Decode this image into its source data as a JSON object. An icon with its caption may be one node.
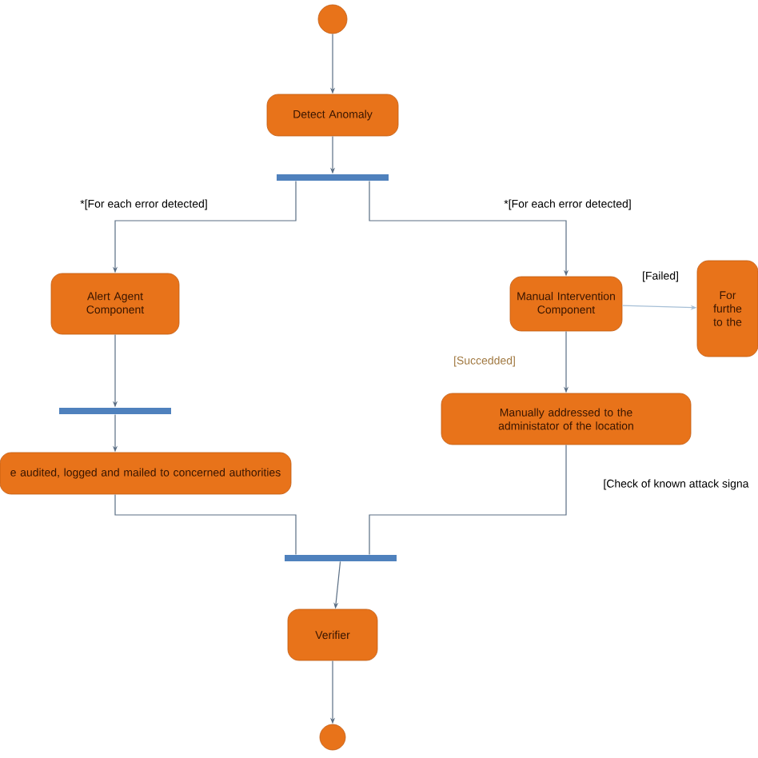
{
  "diagram": {
    "nodes": [
      {
        "text": [],
        "shape": "circle"
      },
      {
        "text": [
          "Detect Anomaly"
        ]
      },
      {
        "text": [],
        "shape": "bar"
      },
      {
        "text": [
          "Alert Agent Component"
        ]
      },
      {
        "text": [
          "Manual Intervention Component"
        ]
      },
      {
        "text": [
          "For furthe to the"
        ]
      },
      {
        "text": [],
        "shape": "bar"
      },
      {
        "text": [
          "e audited, logged and mailed to concerned authorities"
        ]
      },
      {
        "text": [
          "Manually addressed to the administator of the location"
        ]
      },
      {
        "text": [],
        "shape": "bar"
      },
      {
        "text": [
          "Verifier"
        ]
      },
      {
        "text": [],
        "shape": "circle"
      }
    ],
    "edges": [
      {
        "from": 0,
        "to": 1,
        "arrow": "to"
      },
      {
        "from": 1,
        "to": 2,
        "arrow": "to"
      },
      {
        "from": 2,
        "to": 3,
        "arrow": "to",
        "label": "*[For each error detected]"
      },
      {
        "from": 2,
        "to": 4,
        "arrow": "to",
        "label": "*[For each error detected]"
      },
      {
        "from": 4,
        "to": 5,
        "arrow": "to",
        "label": "[Failed]",
        "color": "#a6bfd6"
      },
      {
        "from": 3,
        "to": 6,
        "arrow": "to"
      },
      {
        "from": 6,
        "to": 7,
        "arrow": "to"
      },
      {
        "from": 4,
        "to": 8,
        "arrow": "to",
        "label": "[Succedded]"
      },
      {
        "from": 7,
        "to": 9,
        "arrow": "none"
      },
      {
        "from": 8,
        "to": 9,
        "arrow": "none"
      },
      {
        "from": 9,
        "to": 10,
        "arrow": "to"
      },
      {
        "from": 10,
        "to": 11,
        "arrow": "to"
      }
    ],
    "labels": [
      "[Check of known attack signa"
    ]
  }
}
